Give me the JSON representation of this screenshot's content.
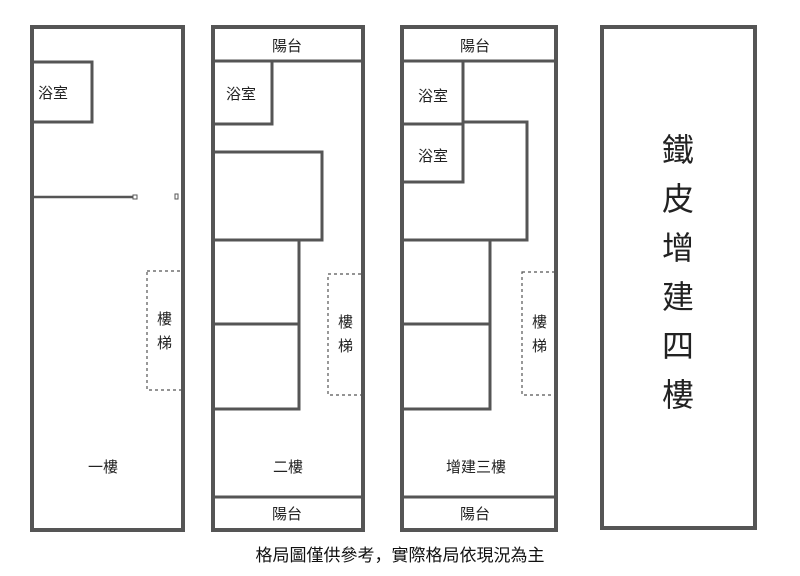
{
  "floor1": {
    "bathroom": "浴室",
    "stairs_top": "樓",
    "stairs_bottom": "梯",
    "floor_label": "一樓"
  },
  "floor2": {
    "balcony_top": "陽台",
    "bathroom": "浴室",
    "stairs_top": "樓",
    "stairs_bottom": "梯",
    "floor_label": "二樓",
    "balcony_bottom": "陽台"
  },
  "floor3": {
    "balcony_top": "陽台",
    "bathroom_1": "浴室",
    "bathroom_2": "浴室",
    "stairs_top": "樓",
    "stairs_bottom": "梯",
    "floor_label": "增建三樓",
    "balcony_bottom": "陽台"
  },
  "floor4": {
    "chars": [
      "鐵",
      "皮",
      "增",
      "建",
      "四",
      "樓"
    ]
  },
  "caption": "格局圖僅供參考，實際格局依現況為主",
  "colors": {
    "wall": "#555555",
    "text": "#222222",
    "background": "#ffffff"
  }
}
